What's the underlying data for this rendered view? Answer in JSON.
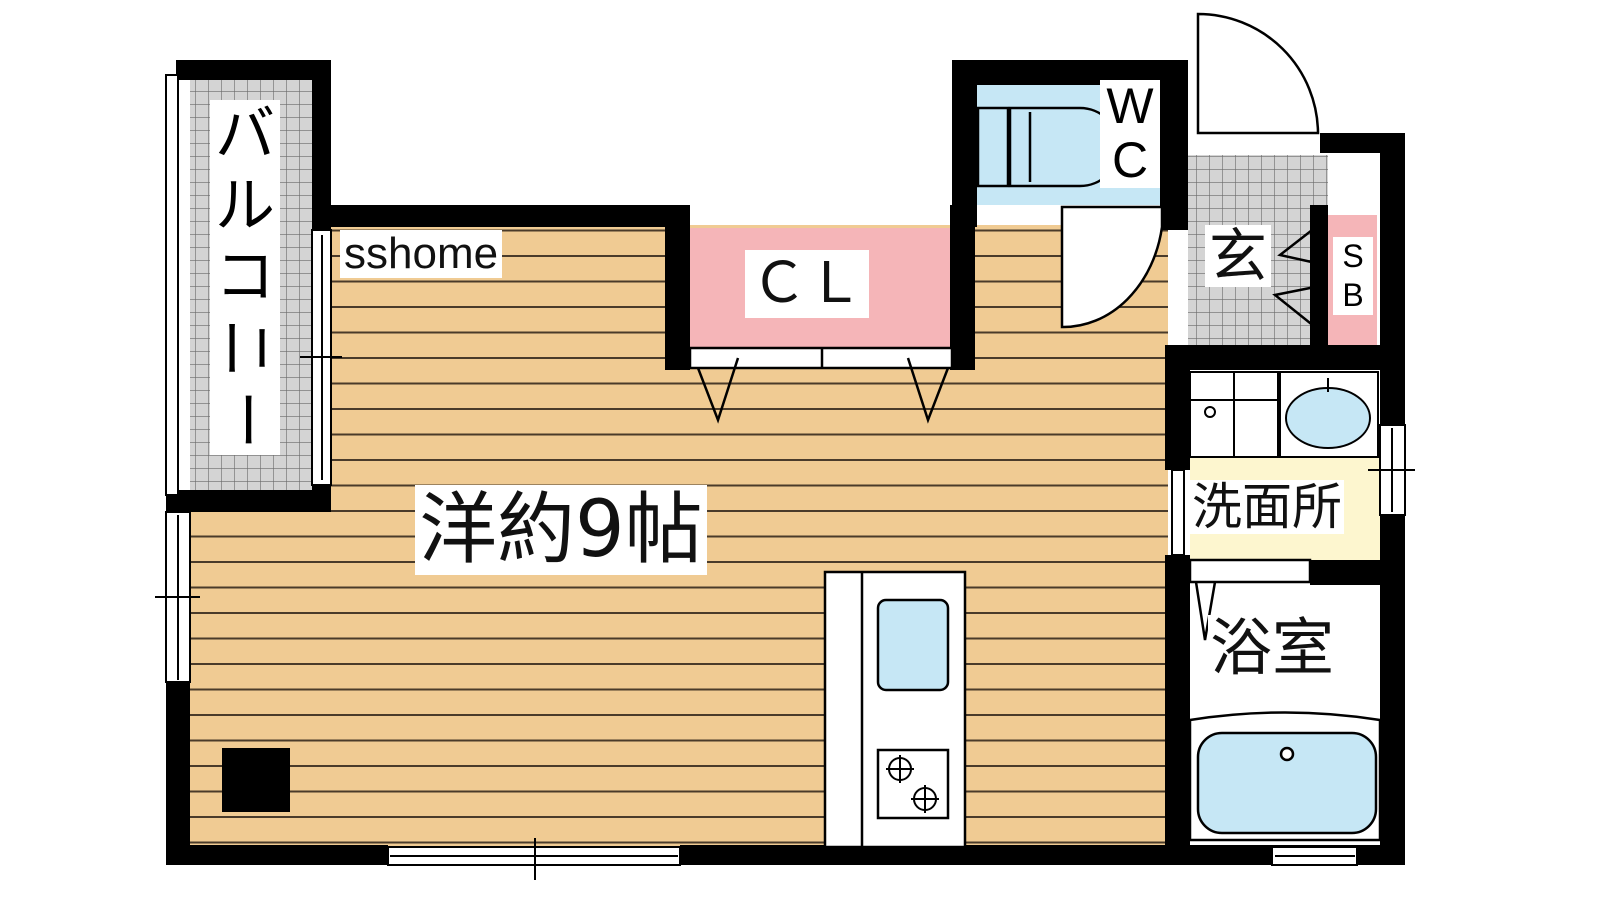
{
  "watermark": "sshome",
  "rooms": {
    "main_room": "洋約9帖",
    "closet": "ＣＬ",
    "wc_line1": "W",
    "wc_line2": "C",
    "entrance": "玄",
    "shoebox_line1": "S",
    "shoebox_line2": "B",
    "washroom": "洗面所",
    "bathroom": "浴室",
    "balcony": [
      "バ",
      "ル",
      "コ",
      "ニ",
      "ー"
    ]
  },
  "colors": {
    "floor_wood": "#f0cb93",
    "floor_lines": "#4a3b2a",
    "wall": "#000000",
    "closet": "#f5b5b8",
    "fixture_blue": "#c6e7f5",
    "washroom_floor": "#fdf6cf",
    "tile_gray": "#d4d4d4"
  }
}
